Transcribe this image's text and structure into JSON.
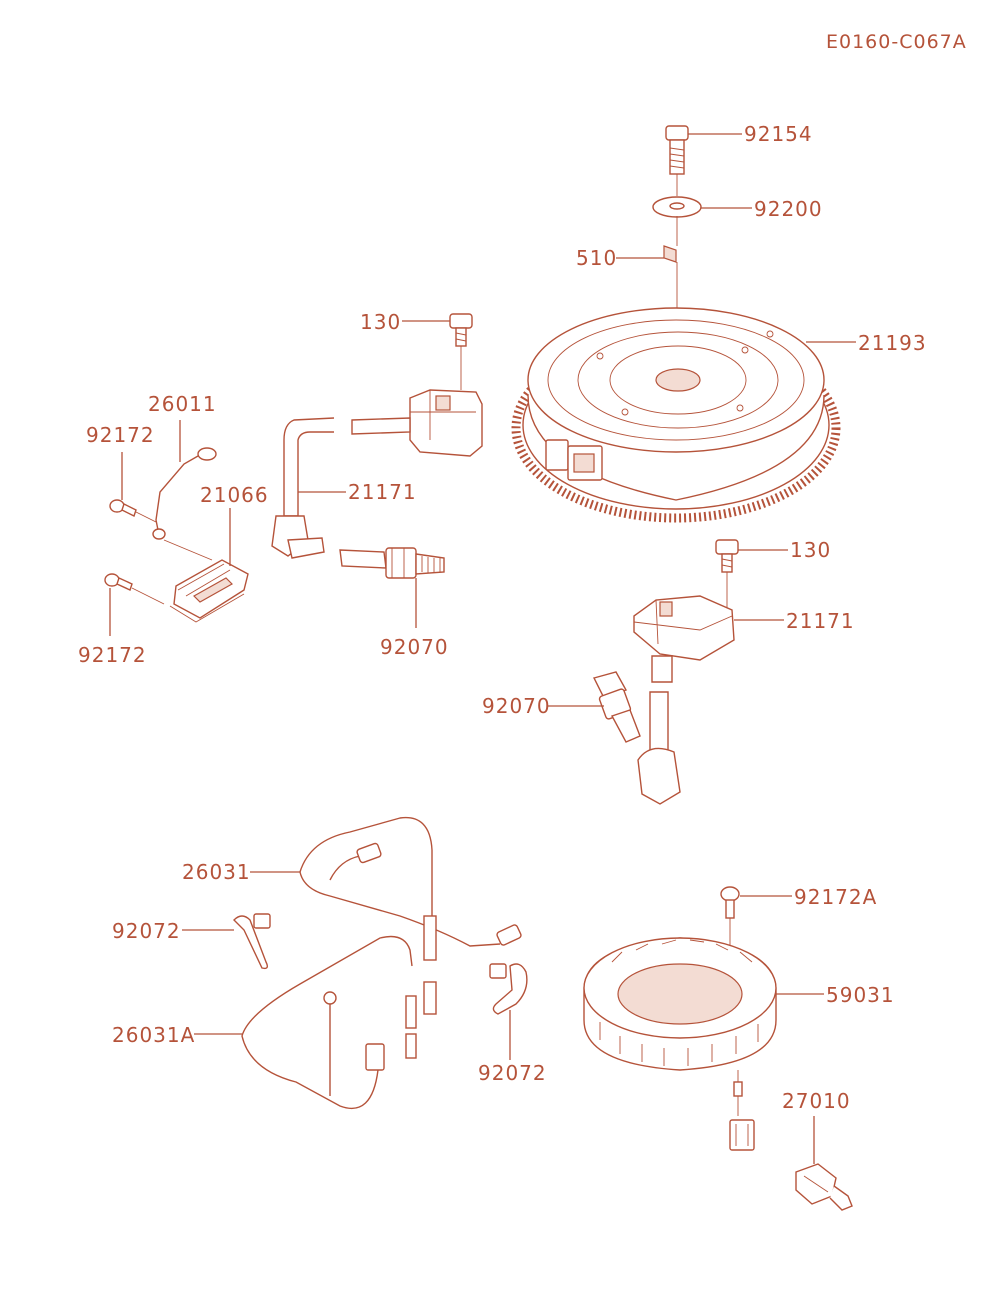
{
  "diagram": {
    "code": "E0160-C067A",
    "accent_color": "#b5533a",
    "labels": {
      "l92154": "92154",
      "l92200": "92200",
      "l510": "510",
      "l21193": "21193",
      "l130a": "130",
      "l26011": "26011",
      "l92172a": "92172",
      "l21066": "21066",
      "l21171a": "21171",
      "l92172b": "92172",
      "l92070a": "92070",
      "l130b": "130",
      "l21171b": "21171",
      "l92070b": "92070",
      "l26031": "26031",
      "l92072a": "92072",
      "l26031A": "26031A",
      "l92072b": "92072",
      "l92172A": "92172A",
      "l59031": "59031",
      "l27010": "27010"
    }
  }
}
